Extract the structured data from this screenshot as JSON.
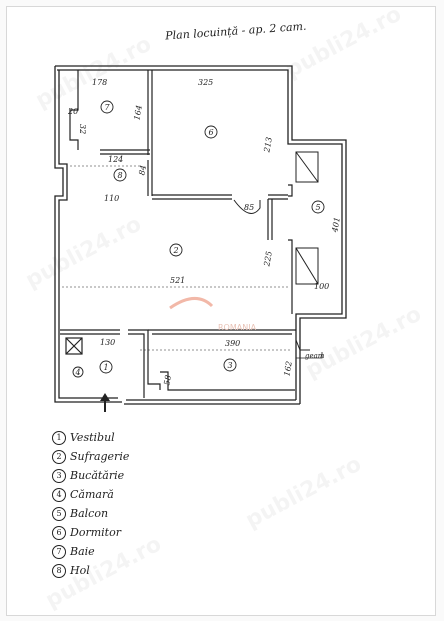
{
  "title": "Plan locuință - ap. 2 cam.",
  "dimensions": {
    "d178": "178",
    "d325": "325",
    "d20": "20",
    "d32": "32",
    "d164": "164",
    "d124": "124",
    "d84": "84",
    "d110": "110",
    "d213": "213",
    "d85": "85",
    "d401": "401",
    "d521": "521",
    "d225": "225",
    "d100": "100",
    "d130": "130",
    "d390": "390",
    "d58": "58",
    "d162": "162"
  },
  "room_numbers": {
    "r7": "7",
    "r6": "6",
    "r8": "8",
    "r5": "5",
    "r2": "2",
    "r1": "1",
    "r3": "3",
    "r4": "4"
  },
  "annotation_geam": "geam",
  "watermark_center": "ROMANIA",
  "watermark_repeat": "publi24.ro",
  "legend": [
    {
      "num": "1",
      "label": "Vestibul"
    },
    {
      "num": "2",
      "label": "Sufragerie"
    },
    {
      "num": "3",
      "label": "Bucătărie"
    },
    {
      "num": "4",
      "label": "Cămară"
    },
    {
      "num": "5",
      "label": "Balcon"
    },
    {
      "num": "6",
      "label": "Dormitor"
    },
    {
      "num": "7",
      "label": "Baie"
    },
    {
      "num": "8",
      "label": "Hol"
    }
  ]
}
